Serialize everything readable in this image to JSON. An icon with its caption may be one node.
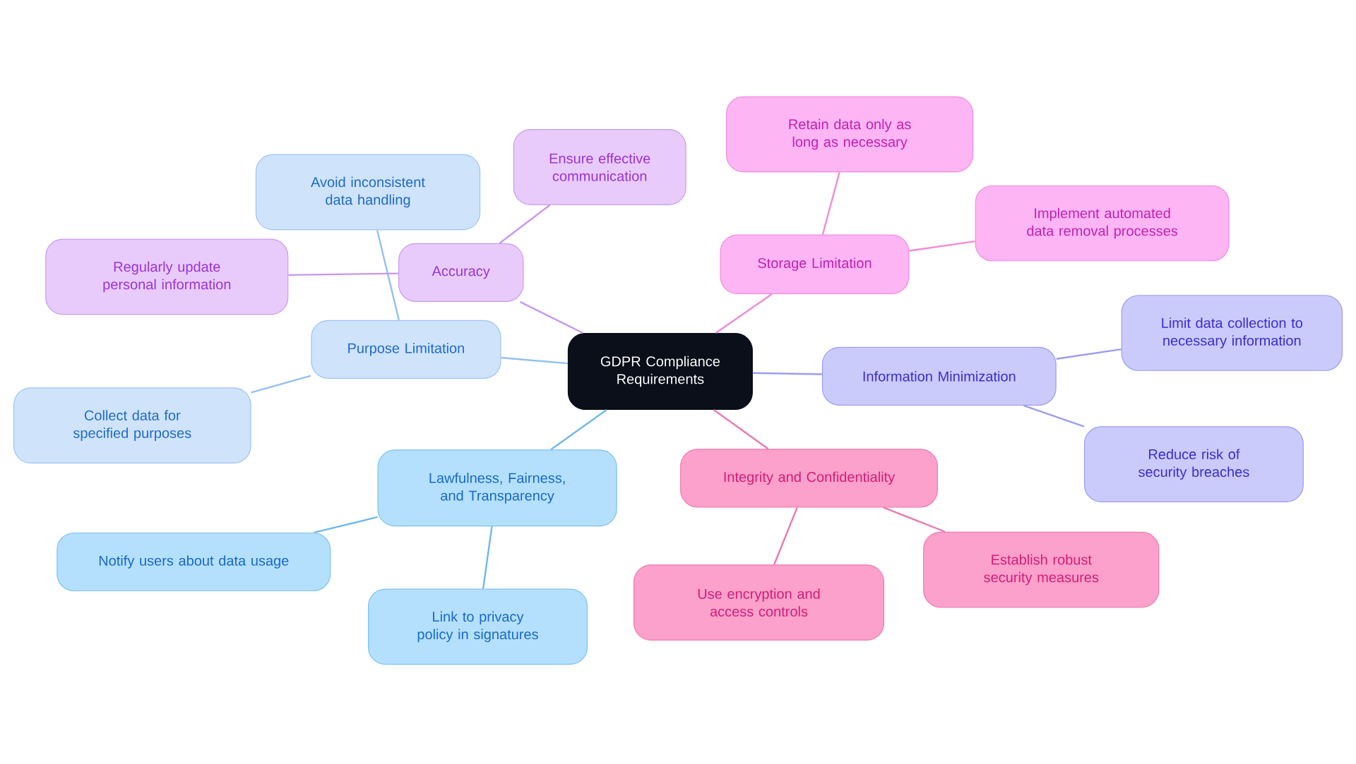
{
  "diagram": {
    "nodes": [
      {
        "text": [
          "GDPR Compliance Requirements"
        ]
      },
      {
        "text": [
          "Lawfulness, Fairness, and Transparency"
        ]
      },
      {
        "text": [
          "Notify users about data usage"
        ]
      },
      {
        "text": [
          "Link to privacy policy in signatures"
        ]
      },
      {
        "text": [
          "Purpose Limitation"
        ]
      },
      {
        "text": [
          "Collect data for specified purposes"
        ]
      },
      {
        "text": [
          "Avoid inconsistent data handling"
        ]
      },
      {
        "text": [
          "Accuracy"
        ]
      },
      {
        "text": [
          "Regularly update personal information"
        ]
      },
      {
        "text": [
          "Ensure effective communication"
        ]
      },
      {
        "text": [
          "Storage Limitation"
        ]
      },
      {
        "text": [
          "Retain data only as long as necessary"
        ]
      },
      {
        "text": [
          "Implement automated data removal processes"
        ]
      },
      {
        "text": [
          "Information Minimization"
        ]
      },
      {
        "text": [
          "Limit data collection to necessary information"
        ]
      },
      {
        "text": [
          "Reduce risk of security breaches"
        ]
      },
      {
        "text": [
          "Integrity and Confidentiality"
        ]
      },
      {
        "text": [
          "Use encryption and access controls"
        ]
      },
      {
        "text": [
          "Establish robust security measures"
        ]
      }
    ],
    "edges": [
      {
        "from": 0,
        "to": 1,
        "arrow": "none",
        "color": "#6fb8ee"
      },
      {
        "from": 1,
        "to": 2,
        "arrow": "none",
        "color": "#6fb8ee"
      },
      {
        "from": 1,
        "to": 3,
        "arrow": "none",
        "color": "#6fb8ee"
      },
      {
        "from": 0,
        "to": 4,
        "arrow": "none",
        "color": "#93c0f2"
      },
      {
        "from": 4,
        "to": 5,
        "arrow": "none",
        "color": "#93c0f2"
      },
      {
        "from": 4,
        "to": 6,
        "arrow": "none",
        "color": "#93c0f2"
      },
      {
        "from": 0,
        "to": 7,
        "arrow": "none",
        "color": "#c896f0"
      },
      {
        "from": 7,
        "to": 8,
        "arrow": "none",
        "color": "#c896f0"
      },
      {
        "from": 7,
        "to": 9,
        "arrow": "none",
        "color": "#c896f0"
      },
      {
        "from": 0,
        "to": 10,
        "arrow": "none",
        "color": "#f28ad8"
      },
      {
        "from": 10,
        "to": 11,
        "arrow": "none",
        "color": "#f28ad8"
      },
      {
        "from": 10,
        "to": 12,
        "arrow": "none",
        "color": "#f28ad8"
      },
      {
        "from": 0,
        "to": 13,
        "arrow": "none",
        "color": "#9c9cf0"
      },
      {
        "from": 13,
        "to": 14,
        "arrow": "none",
        "color": "#9c9cf0"
      },
      {
        "from": 13,
        "to": 15,
        "arrow": "none",
        "color": "#9c9cf0"
      },
      {
        "from": 0,
        "to": 16,
        "arrow": "none",
        "color": "#ec78b0"
      },
      {
        "from": 16,
        "to": 17,
        "arrow": "none",
        "color": "#ec78b0"
      },
      {
        "from": 16,
        "to": 18,
        "arrow": "none",
        "color": "#ec78b0"
      }
    ]
  }
}
